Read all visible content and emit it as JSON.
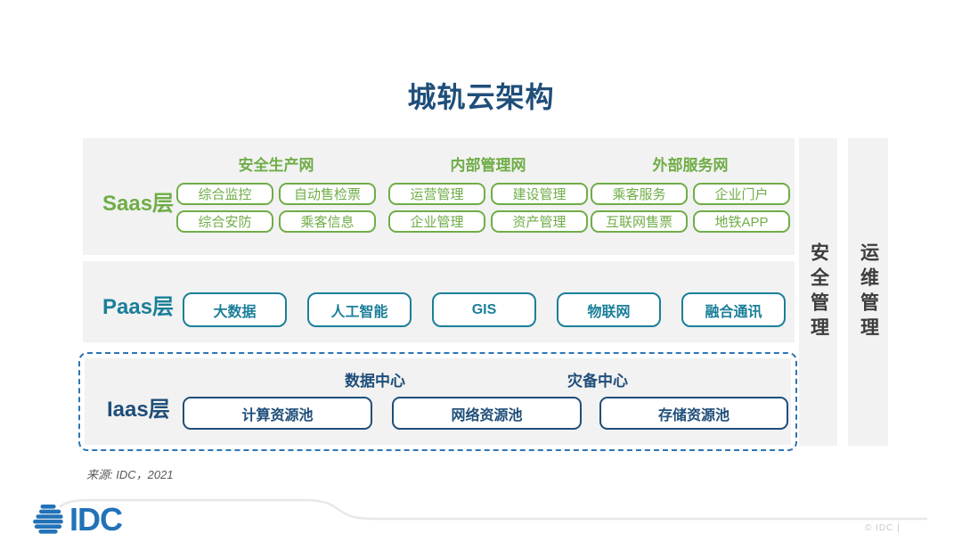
{
  "title": "城轨云架构",
  "saas": {
    "label": "Saas层",
    "groups": [
      {
        "title": "安全生产网",
        "items": [
          "综合监控",
          "自动售检票",
          "综合安防",
          "乘客信息"
        ]
      },
      {
        "title": "内部管理网",
        "items": [
          "运营管理",
          "建设管理",
          "企业管理",
          "资产管理"
        ]
      },
      {
        "title": "外部服务网",
        "items": [
          "乘客服务",
          "企业门户",
          "互联网售票",
          "地铁APP"
        ]
      }
    ]
  },
  "paas": {
    "label": "Paas层",
    "items": [
      "大数据",
      "人工智能",
      "GIS",
      "物联网",
      "融合通讯"
    ]
  },
  "iaas": {
    "label": "Iaas层",
    "center_labels": [
      "数据中心",
      "灾备中心"
    ],
    "items": [
      "计算资源池",
      "网络资源池",
      "存储资源池"
    ]
  },
  "sidebars": [
    {
      "label": "安全管理"
    },
    {
      "label": "运维管理"
    }
  ],
  "source_note": "来源: IDC，2021",
  "footer": {
    "logo_text": "IDC",
    "copyright": "© IDC |"
  },
  "colors": {
    "title_navy": "#1F4E79",
    "saas_green": "#70AD47",
    "paas_teal": "#1B7F99",
    "iaas_navy": "#1F4E79",
    "dashed_blue": "#2E75B6",
    "panel_gray": "#F2F2F2",
    "logo_blue": "#2272B8"
  }
}
